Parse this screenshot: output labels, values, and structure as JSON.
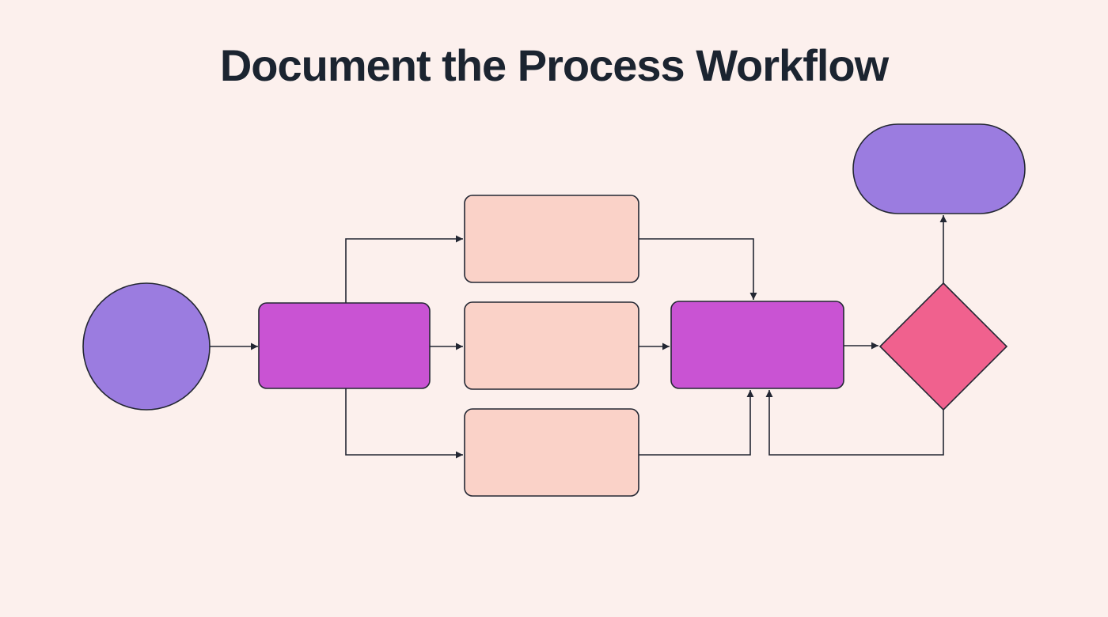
{
  "title": "Document the Process Workflow",
  "colors": {
    "background": "#FCF0ED",
    "title_text": "#1B2430",
    "stroke": "#232733",
    "node_purple": "#9B7CE0",
    "node_magenta": "#C953D3",
    "node_peach": "#FAD2C8",
    "node_pink": "#F0618E"
  },
  "diagram": {
    "nodes": [
      {
        "id": "start",
        "shape": "circle",
        "fill": "node_purple",
        "label": ""
      },
      {
        "id": "process-1",
        "shape": "rounded-rectangle",
        "fill": "node_magenta",
        "label": ""
      },
      {
        "id": "subtask-top",
        "shape": "rounded-rectangle",
        "fill": "node_peach",
        "label": ""
      },
      {
        "id": "subtask-middle",
        "shape": "rounded-rectangle",
        "fill": "node_peach",
        "label": ""
      },
      {
        "id": "subtask-bottom",
        "shape": "rounded-rectangle",
        "fill": "node_peach",
        "label": ""
      },
      {
        "id": "process-2",
        "shape": "rounded-rectangle",
        "fill": "node_magenta",
        "label": ""
      },
      {
        "id": "decision",
        "shape": "diamond",
        "fill": "node_pink",
        "label": ""
      },
      {
        "id": "end",
        "shape": "stadium",
        "fill": "node_purple",
        "label": ""
      }
    ],
    "edges": [
      {
        "from": "start",
        "to": "process-1",
        "enters": "left"
      },
      {
        "from": "process-1",
        "to": "subtask-top",
        "enters": "left"
      },
      {
        "from": "process-1",
        "to": "subtask-middle",
        "enters": "left"
      },
      {
        "from": "process-1",
        "to": "subtask-bottom",
        "enters": "left"
      },
      {
        "from": "subtask-top",
        "to": "process-2",
        "enters": "top"
      },
      {
        "from": "subtask-middle",
        "to": "process-2",
        "enters": "left"
      },
      {
        "from": "subtask-bottom",
        "to": "process-2",
        "enters": "bottom"
      },
      {
        "from": "process-2",
        "to": "decision",
        "enters": "left"
      },
      {
        "from": "decision",
        "to": "end",
        "enters": "bottom"
      },
      {
        "from": "decision",
        "to": "process-2",
        "enters": "bottom",
        "note": "feedback-loop"
      }
    ]
  }
}
